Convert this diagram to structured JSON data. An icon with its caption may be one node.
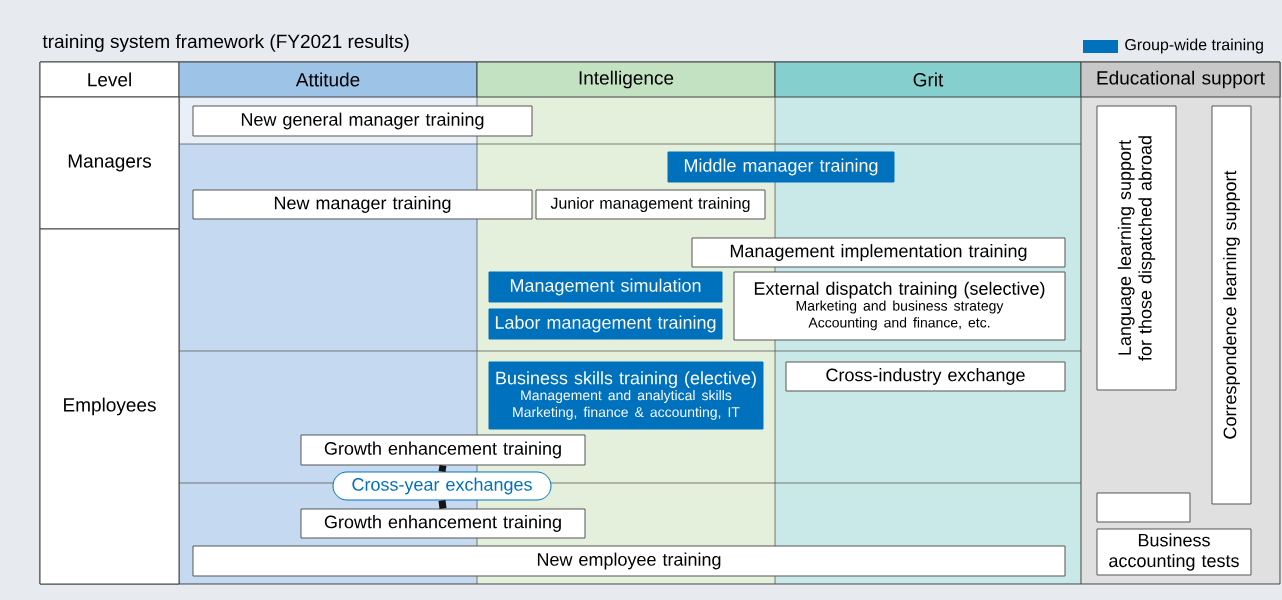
{
  "diagram": {
    "title": "training system framework (FY2021 results)",
    "nodes": [
      {
        "text": [
          "Level"
        ]
      },
      {
        "text": [
          "Attitude"
        ]
      },
      {
        "text": [
          "Intelligence"
        ]
      },
      {
        "text": [
          "Grit"
        ]
      },
      {
        "text": [
          "Educational support"
        ]
      },
      {
        "text": [
          "Managers"
        ]
      },
      {
        "text": [
          "Employees"
        ]
      },
      {
        "text": [
          "New general manager training"
        ]
      },
      {
        "text": [
          "Middle manager training"
        ]
      },
      {
        "text": [
          "New manager training"
        ]
      },
      {
        "text": [
          "Junior management training"
        ]
      },
      {
        "text": [
          "Management implementation training"
        ]
      },
      {
        "text": [
          "Management simulation"
        ]
      },
      {
        "text": [
          "External dispatch training (selective)",
          "Marketing and business strategy Accounting and finance, etc."
        ]
      },
      {
        "text": [
          "Labor management training"
        ]
      },
      {
        "text": [
          "Business skills training (elective)",
          "Management and analytical skills Marketing, finance & accounting, IT"
        ]
      },
      {
        "text": [
          "Cross-industry exchange"
        ]
      },
      {
        "text": [
          "Growth enhancement training"
        ]
      },
      {
        "text": [
          "Cross-year exchanges"
        ]
      },
      {
        "text": [
          "Growth enhancement training"
        ]
      },
      {
        "text": [
          "New employee training"
        ]
      },
      {
        "text": [
          "Language learning support for those dispatched abroad"
        ]
      },
      {
        "text": [
          "Correspondence learning support"
        ]
      },
      {
        "text": [],
        "shape": "box"
      },
      {
        "text": [
          "Business accounting tests"
        ]
      }
    ],
    "edges": [
      {
        "from": 17,
        "to": 18,
        "arrow": "none"
      },
      {
        "from": 18,
        "to": 19,
        "arrow": "none"
      }
    ],
    "legend": [
      {
        "text": "Group-wide training",
        "color": "#0071bc"
      }
    ]
  }
}
